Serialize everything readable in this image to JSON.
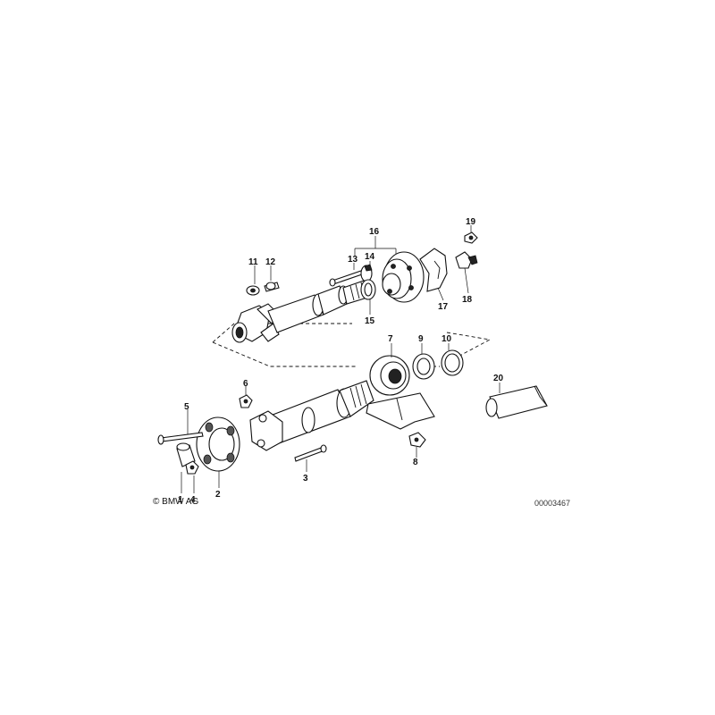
{
  "callouts": {
    "p1": "1",
    "p2": "2",
    "p3": "3",
    "p4": "4",
    "p5": "5",
    "p6": "6",
    "p7": "7",
    "p8": "8",
    "p9": "9",
    "p10": "10",
    "p11": "11",
    "p12": "12",
    "p13": "13",
    "p14": "14",
    "p15": "15",
    "p16": "16",
    "p17": "17",
    "p18": "18",
    "p19": "19",
    "p20": "20"
  },
  "footer": {
    "copyright": "© BMW AG",
    "image_id": "00003467"
  }
}
